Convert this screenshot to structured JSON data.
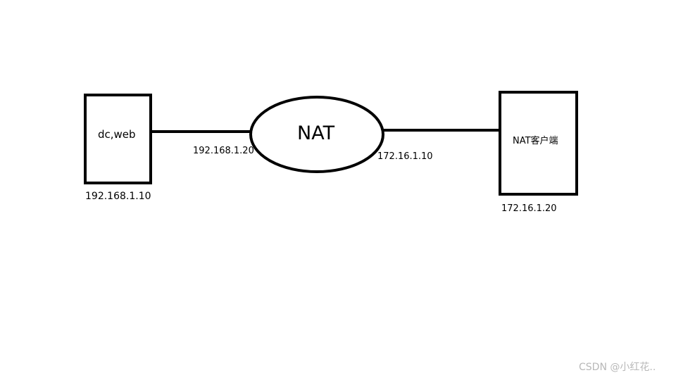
{
  "nodes": {
    "left_box": {
      "label": "dc,web",
      "ip": "192.168.1.10"
    },
    "nat": {
      "label": "NAT",
      "ip_left": "192.168.1.20",
      "ip_right": "172.16.1.10"
    },
    "right_box": {
      "label": "NAT客户端",
      "ip": "172.16.1.20"
    }
  },
  "watermark": "CSDN @小红花.."
}
